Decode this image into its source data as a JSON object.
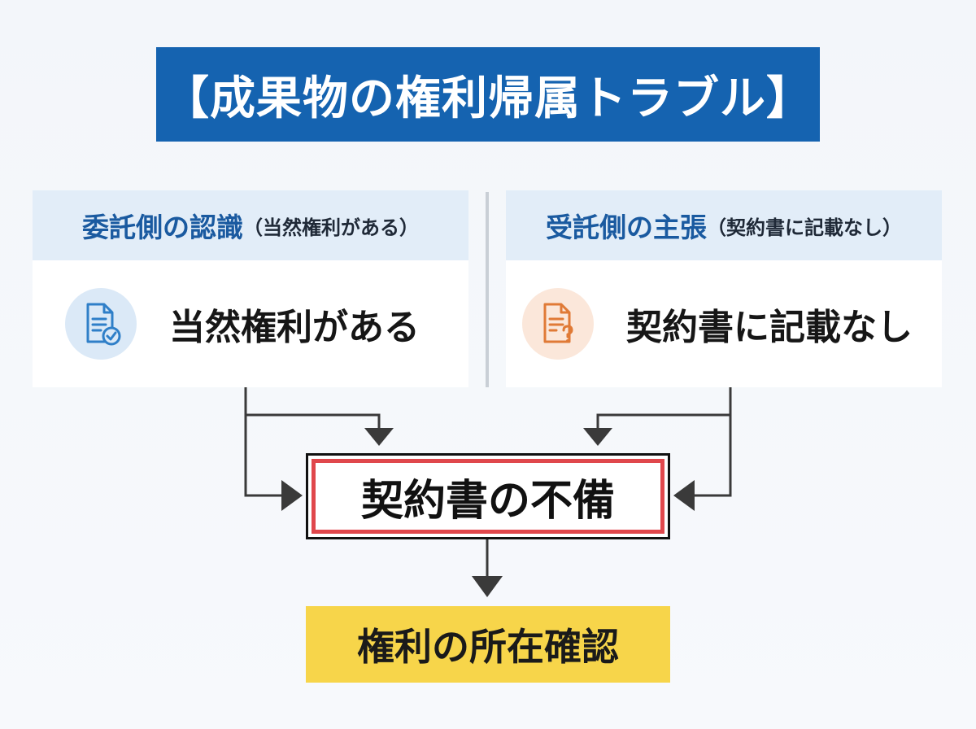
{
  "title": "【成果物の権利帰属トラブル】",
  "left_panel": {
    "header_main": "委託側の認識",
    "header_sub": "（当然権利がある）",
    "body": "当然権利がある",
    "icon": "document-check-icon",
    "accent": "#2f7fc8"
  },
  "right_panel": {
    "header_main": "受託側の主張",
    "header_sub": "（契約書に記載なし）",
    "body": "契約書に記載なし",
    "icon": "document-question-icon",
    "accent": "#e07a36"
  },
  "center": {
    "label": "契約書の不備",
    "border_color": "#e0474c"
  },
  "result": {
    "label": "権利の所在確認",
    "color": "#f7d54a"
  },
  "colors": {
    "title_bg": "#1563b0",
    "header_bg": "#e2edf8",
    "connector": "#3a3a3a"
  }
}
